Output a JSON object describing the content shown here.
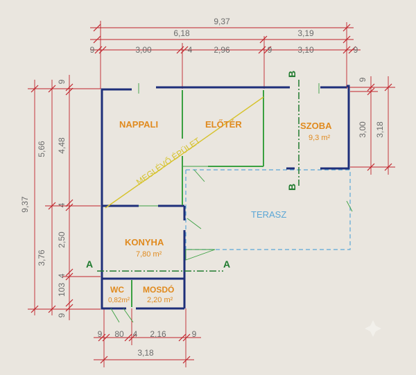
{
  "rooms": {
    "nappali": {
      "name": "NAPPALI"
    },
    "eloter": {
      "name": "ELŐTÉR"
    },
    "szoba": {
      "name": "SZOBA",
      "area": "9,3 m²"
    },
    "konyha": {
      "name": "KONYHA",
      "area": "7,80 m²"
    },
    "wc": {
      "name": "WC",
      "area": "0,82m²"
    },
    "mosdo": {
      "name": "MOSDÓ",
      "area": "2,20 m²"
    },
    "terasz": {
      "name": "TERASZ"
    }
  },
  "existing_building_label": "MEGLÉVŐ ÉPÜLET",
  "sections": {
    "aa": "A",
    "bb": "B"
  },
  "dims_top": {
    "total": "9,37",
    "left_group": "6,18",
    "right_group": "3,19",
    "d9a": "9",
    "d300": "3,00",
    "d4": "4",
    "d296": "2,96",
    "d9b": "9",
    "d310": "3,10",
    "d9c": "9"
  },
  "dims_left": {
    "total": "9,37",
    "d566": "5,66",
    "d376": "3,76",
    "d9a": "9",
    "d448": "4,48",
    "d4a": "4",
    "d250": "2,50",
    "d4b": "4",
    "d103": "103",
    "d9b": "9"
  },
  "dims_right": {
    "d9": "9",
    "d300": "3,00",
    "d318": "3,18"
  },
  "dims_bottom": {
    "d9a": "9",
    "d80": "80",
    "d4": "4",
    "d216": "2,16",
    "d9b": "9",
    "total": "3,18"
  }
}
